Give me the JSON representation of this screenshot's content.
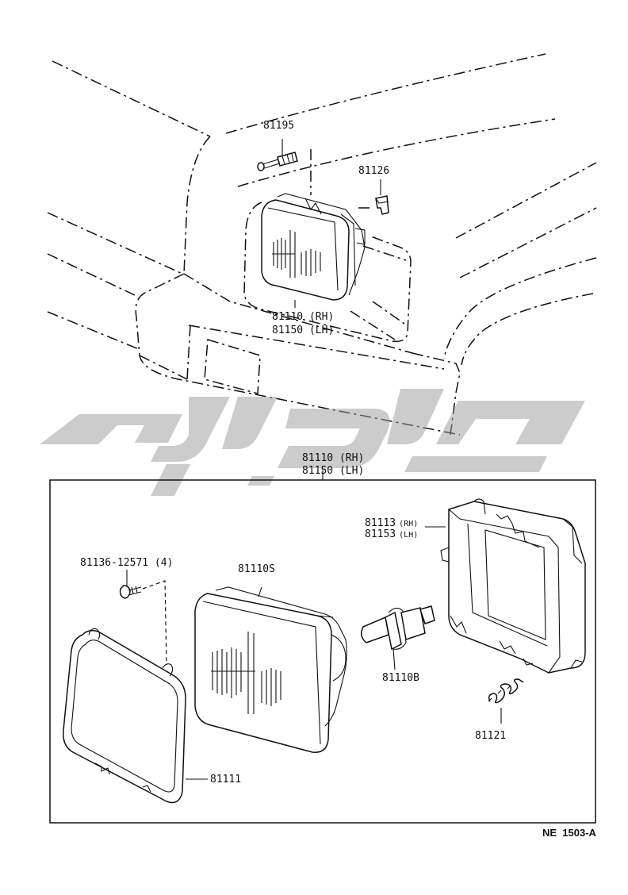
{
  "labels": {
    "part_81195": "81195",
    "part_81126": "81126",
    "top_rh": "81110 (RH)",
    "top_lh": "81150 (LH)",
    "box_rh": "81110 (RH)",
    "box_lh": "81150 (LH)",
    "housing_rh_num": "81113",
    "housing_rh_side": "(RH)",
    "housing_lh_num": "81153",
    "housing_lh_side": "(LH)",
    "screw": "81136-12571 (4)",
    "sealed_beam": "81110S",
    "bulb": "81110B",
    "spring": "81121",
    "bezel": "81111",
    "diagram_code": "NE  1503-A"
  },
  "colors": {
    "line": "#111111",
    "watermark": "#9a9a9a",
    "background": "#ffffff"
  }
}
